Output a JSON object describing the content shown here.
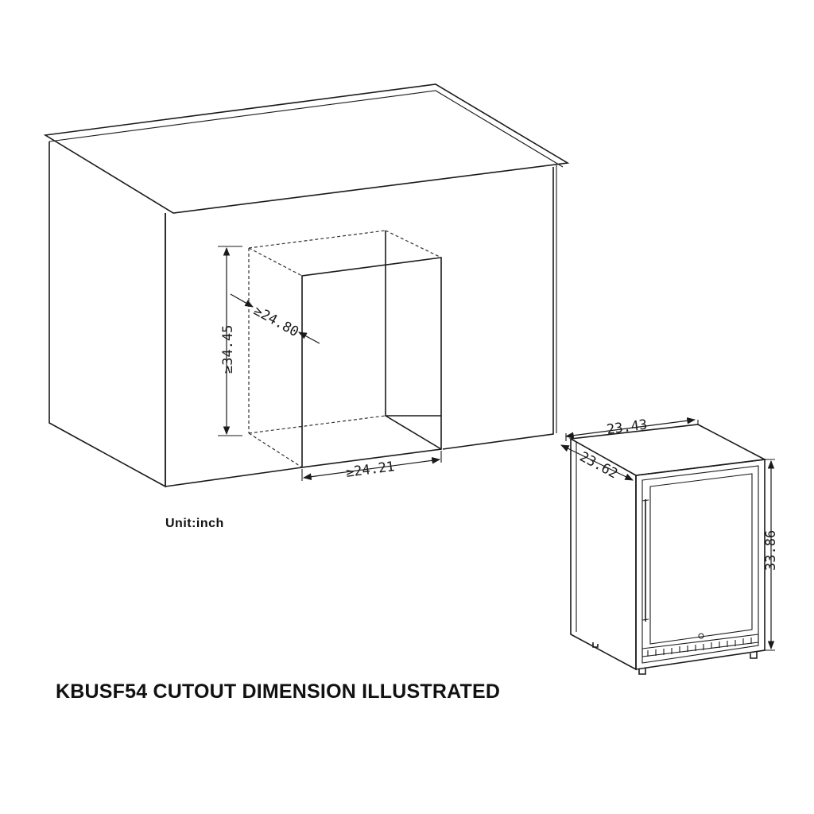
{
  "caption": "KBUSF54 CUTOUT DIMENSION ILLUSTRATED",
  "unit_label": "Unit:inch",
  "cutout": {
    "height_label": "≥34.45",
    "depth_label": "≥24.80",
    "width_label": "≥24.21"
  },
  "appliance": {
    "width_label": "23.43",
    "depth_label": "23.62",
    "height_label": "33.86"
  }
}
